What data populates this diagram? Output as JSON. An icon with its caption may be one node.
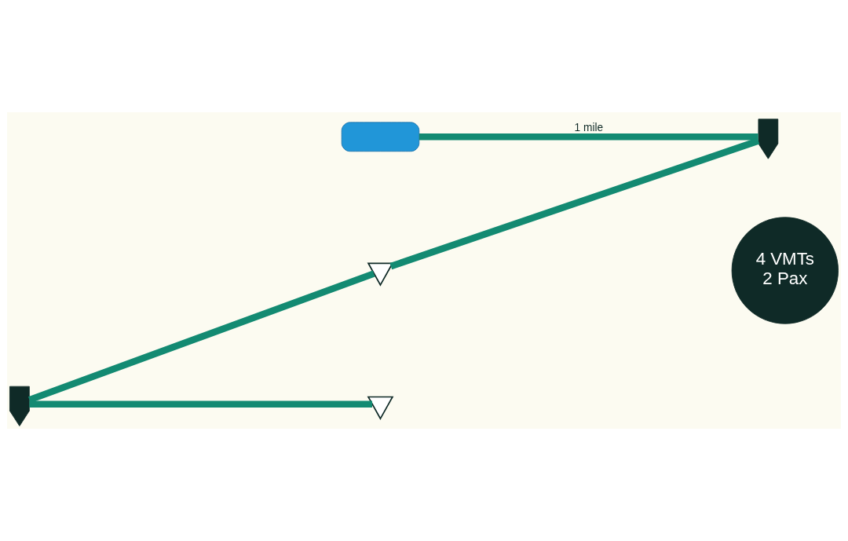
{
  "diagram": {
    "nodes": [
      {
        "text": [],
        "shape": "car"
      },
      {
        "text": [],
        "shape": "person"
      },
      {
        "text": [],
        "shape": "pin"
      },
      {
        "text": [],
        "shape": "person"
      },
      {
        "text": [],
        "shape": "pin"
      },
      {
        "text": [
          "4 VMTs",
          "2 Pax"
        ]
      }
    ],
    "edges": [
      {
        "from": 0,
        "to": 1,
        "arrow": "none",
        "label": "1 mile"
      },
      {
        "from": 1,
        "to": 2,
        "arrow": "none"
      },
      {
        "from": 2,
        "to": 3,
        "arrow": "none"
      },
      {
        "from": 3,
        "to": 4,
        "arrow": "none"
      }
    ]
  }
}
